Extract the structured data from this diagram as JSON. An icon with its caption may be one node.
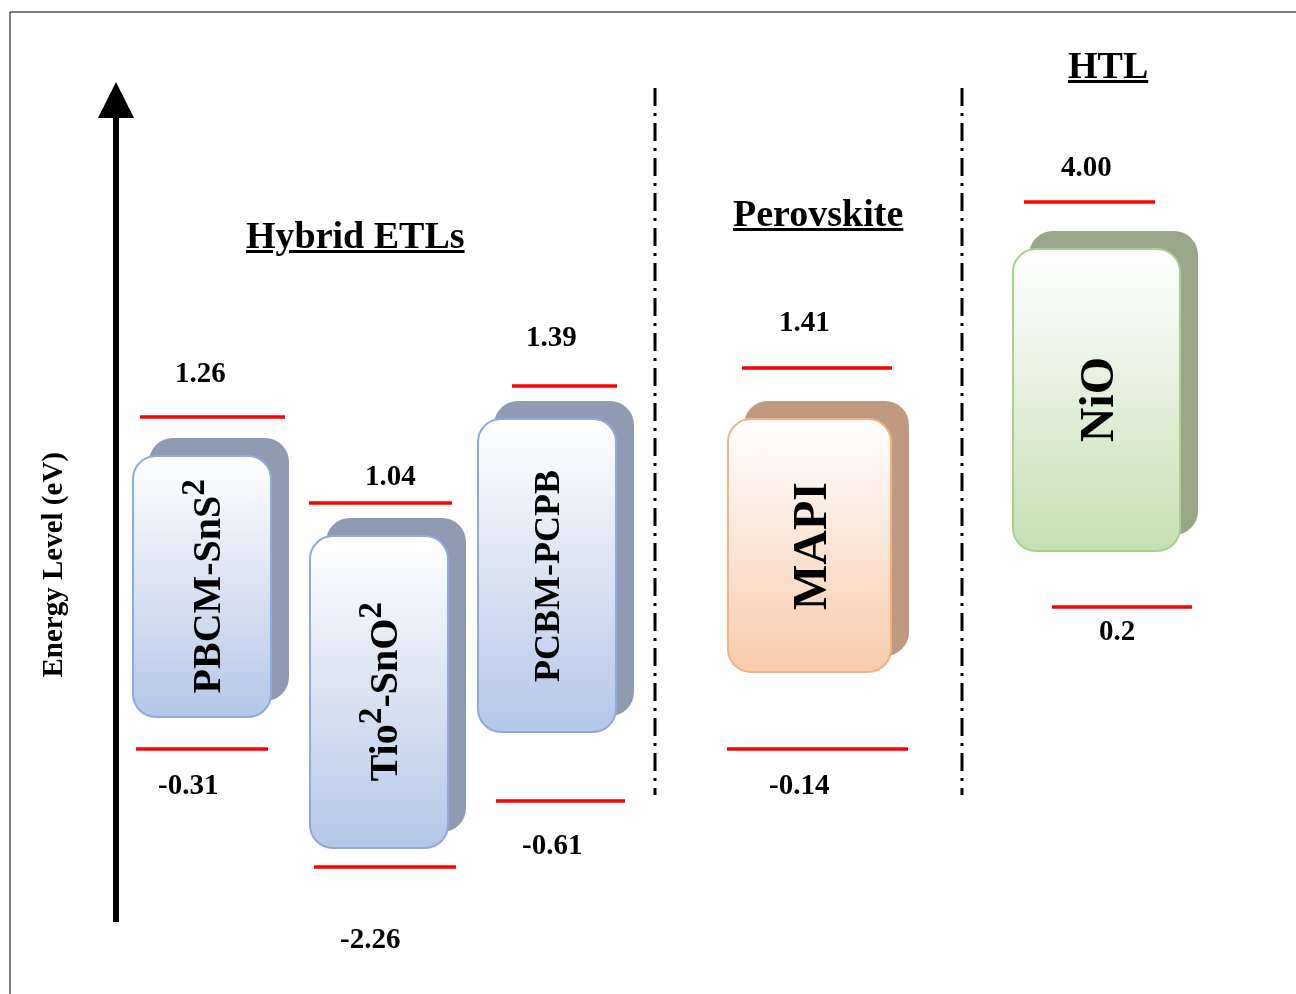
{
  "diagram": {
    "nodes": [
      {
        "text": [
          "PBCM-SnS$^{2}$"
        ]
      },
      {
        "text": [
          "Tio$^{2}$-SnO$^{2}$"
        ]
      },
      {
        "text": [
          "PCBM-PCPB"
        ]
      },
      {
        "text": [
          "MAPI"
        ]
      },
      {
        "text": [
          "NiO"
        ]
      }
    ],
    "edges": [],
    "labels": [
      "HTL",
      "4.00",
      "Perovskite",
      "Hybrid ETLs",
      "1.41",
      "1.39",
      "1.26",
      "1.04",
      "0.2",
      "-0.31",
      "-0.14",
      "-0.61",
      "-2.26",
      "Energy Level (eV)"
    ]
  }
}
